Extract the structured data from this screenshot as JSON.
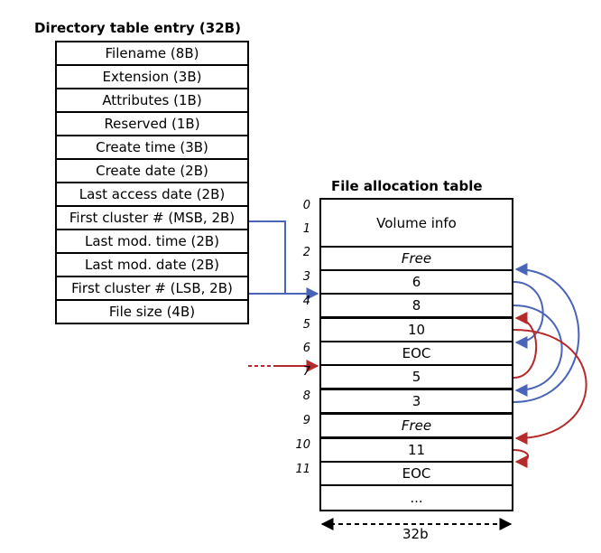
{
  "directory": {
    "title": "Directory table entry (32B)",
    "fields": [
      "Filename (8B)",
      "Extension (3B)",
      "Attributes (1B)",
      "Reserved (1B)",
      "Create time (3B)",
      "Create date (2B)",
      "Last access date (2B)",
      "First cluster # (MSB, 2B)",
      "Last mod. time (2B)",
      "Last mod. date (2B)",
      "First cluster # (LSB, 2B)",
      "File size (4B)"
    ]
  },
  "fat": {
    "title": "File allocation table",
    "indices": [
      "0",
      "1",
      "2",
      "3",
      "4",
      "5",
      "6",
      "7",
      "8",
      "9",
      "10",
      "11"
    ],
    "header": "Volume info",
    "entries": [
      "Free",
      "6",
      "8",
      "10",
      "EOC",
      "5",
      "3",
      "Free",
      "11",
      "EOC"
    ],
    "ellipsis": "...",
    "width_label": "32b"
  },
  "colors": {
    "blue_chain": "#4a64b8",
    "red_chain": "#b52a2a",
    "border": "#000000"
  }
}
